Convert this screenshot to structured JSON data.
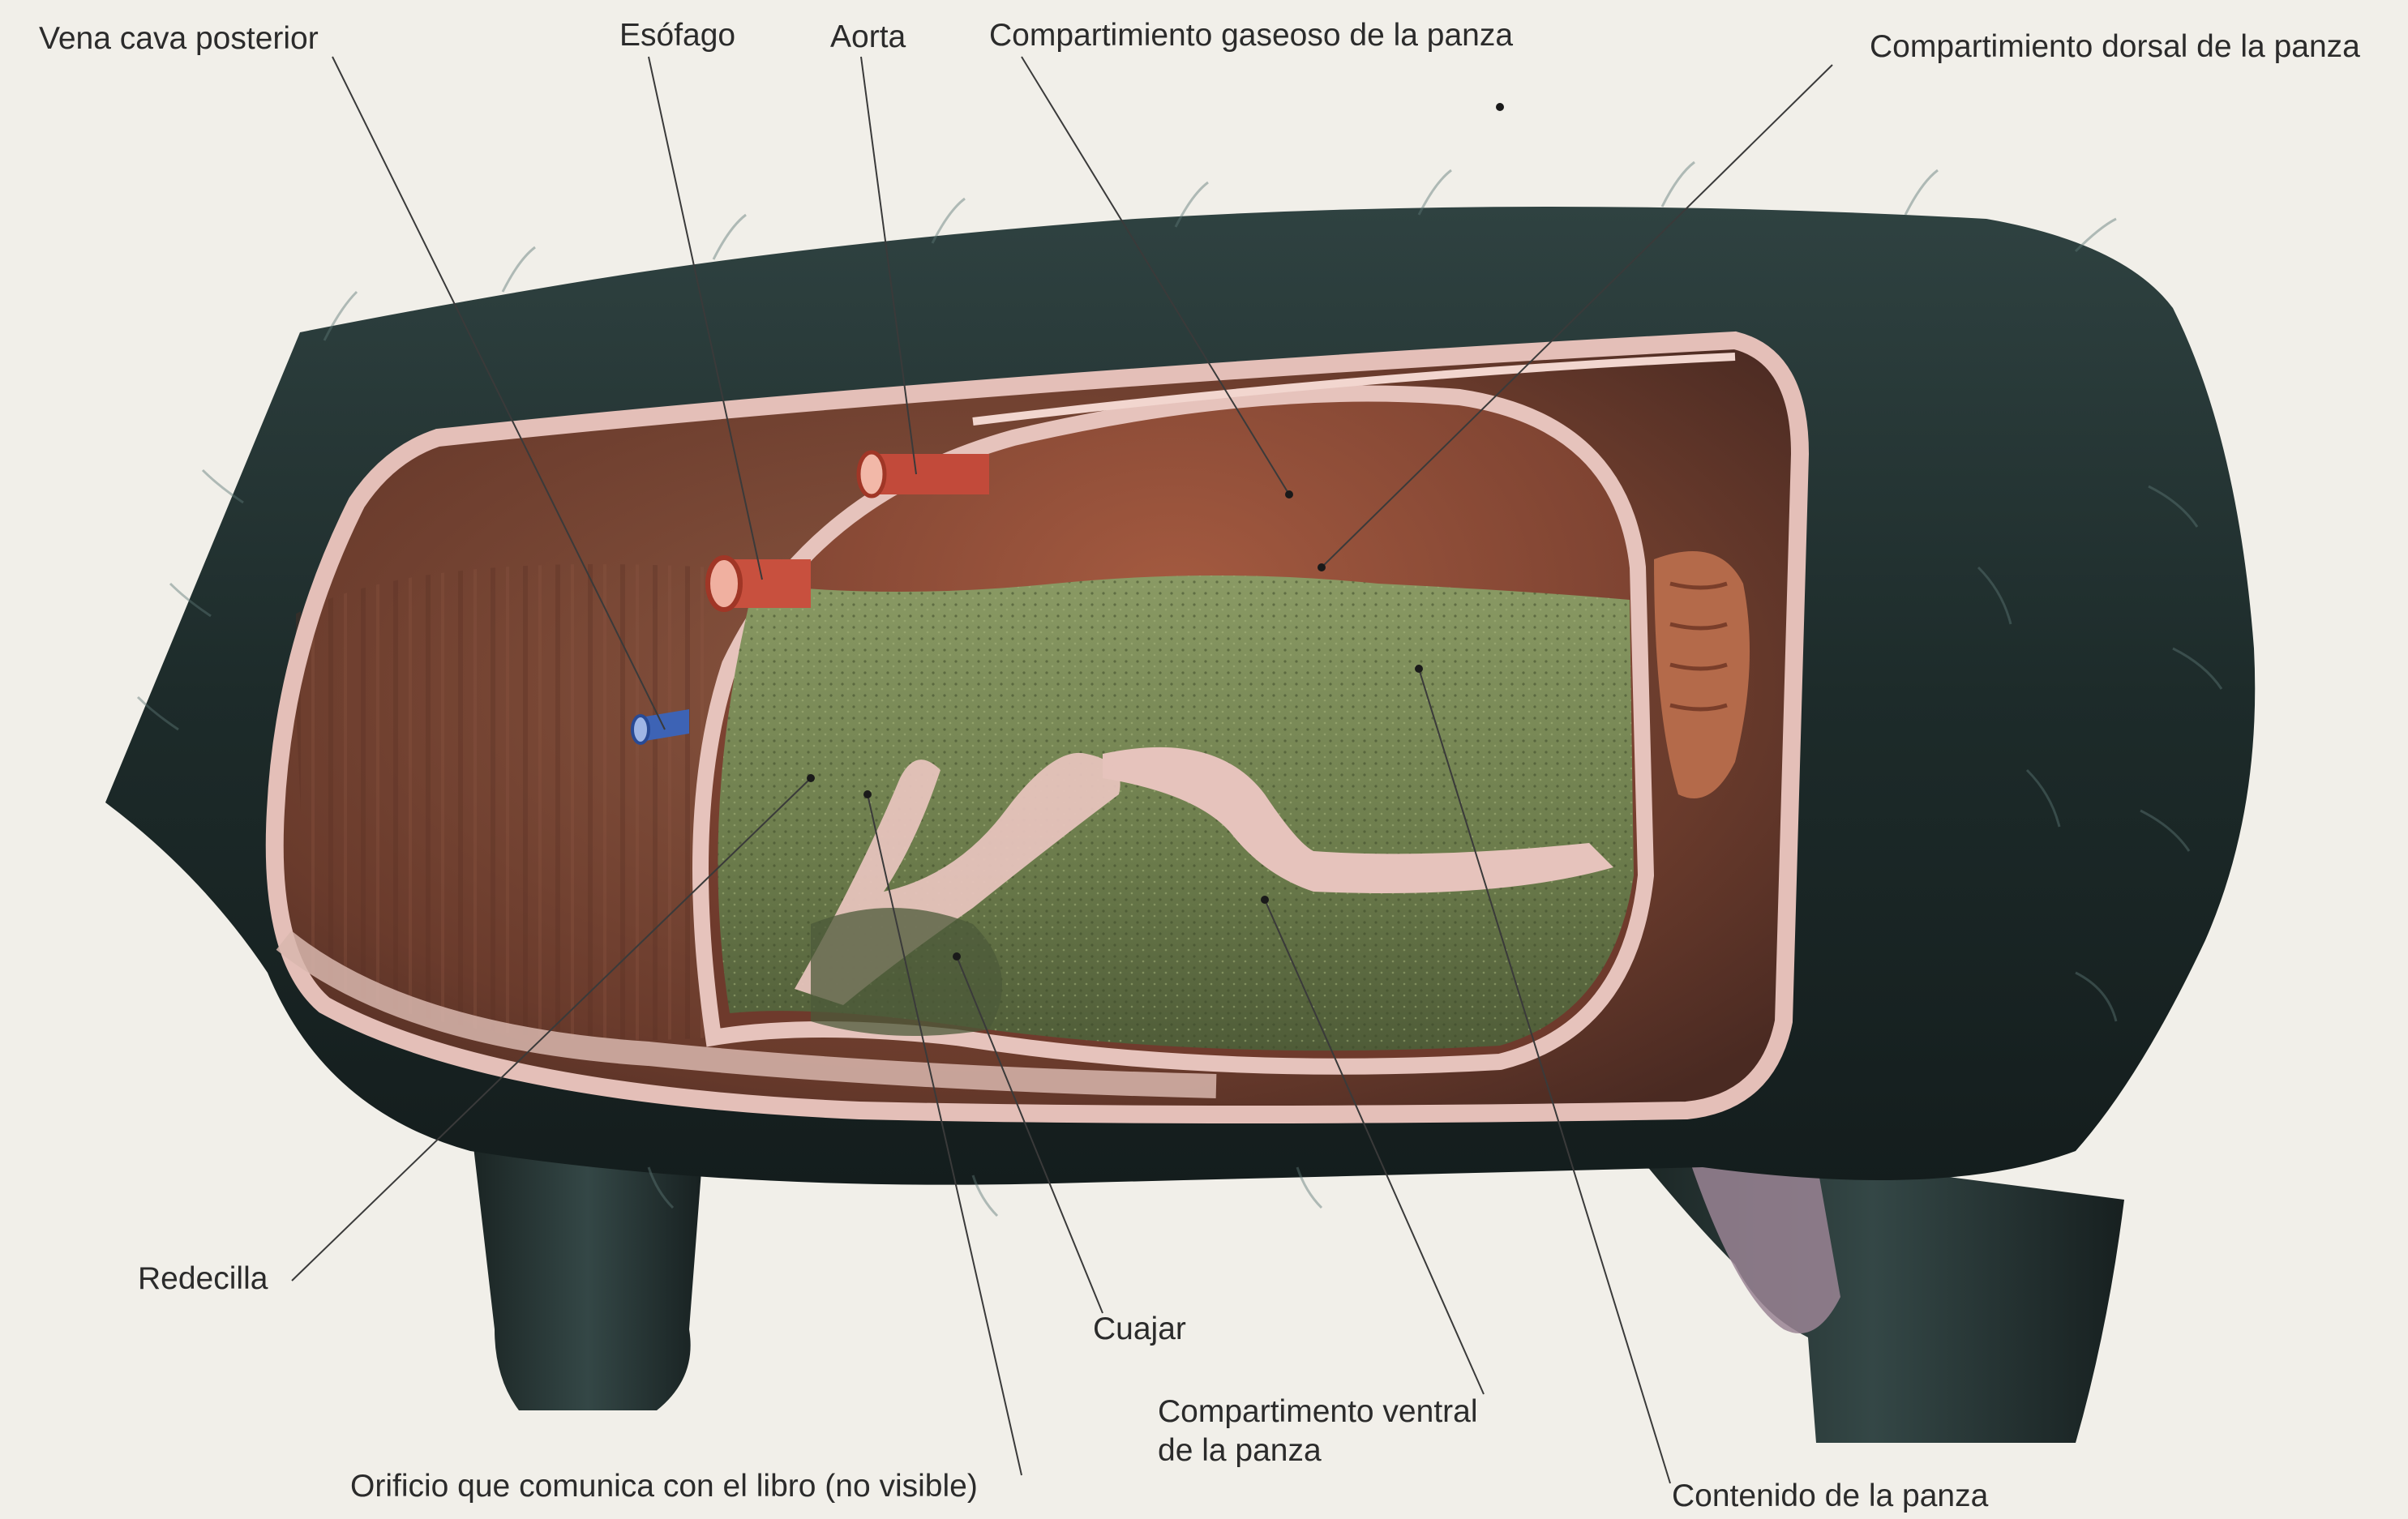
{
  "labels": {
    "vena_cava_posterior": "Vena cava posterior",
    "esofago": "Esófago",
    "aorta": "Aorta",
    "compartimiento_gaseoso": "Compartimiento gaseoso de la panza",
    "compartimiento_dorsal": "Compartimiento dorsal de la panza",
    "redecilla": "Redecilla",
    "cuajar": "Cuajar",
    "compartimento_ventral_1": "Compartimento ventral",
    "compartimento_ventral_2": "de la panza",
    "orificio_libro": "Orificio que comunica con el libro (no visible)",
    "contenido_panza": "Contenido de la panza"
  },
  "colors": {
    "fur": "#1f2e2c",
    "cavity": "#6e3e2e",
    "wall": "#e4bfb8",
    "rumen_content": "#6a7a4c",
    "aorta": "#c24a3a",
    "vena_cava": "#3d63b5"
  }
}
